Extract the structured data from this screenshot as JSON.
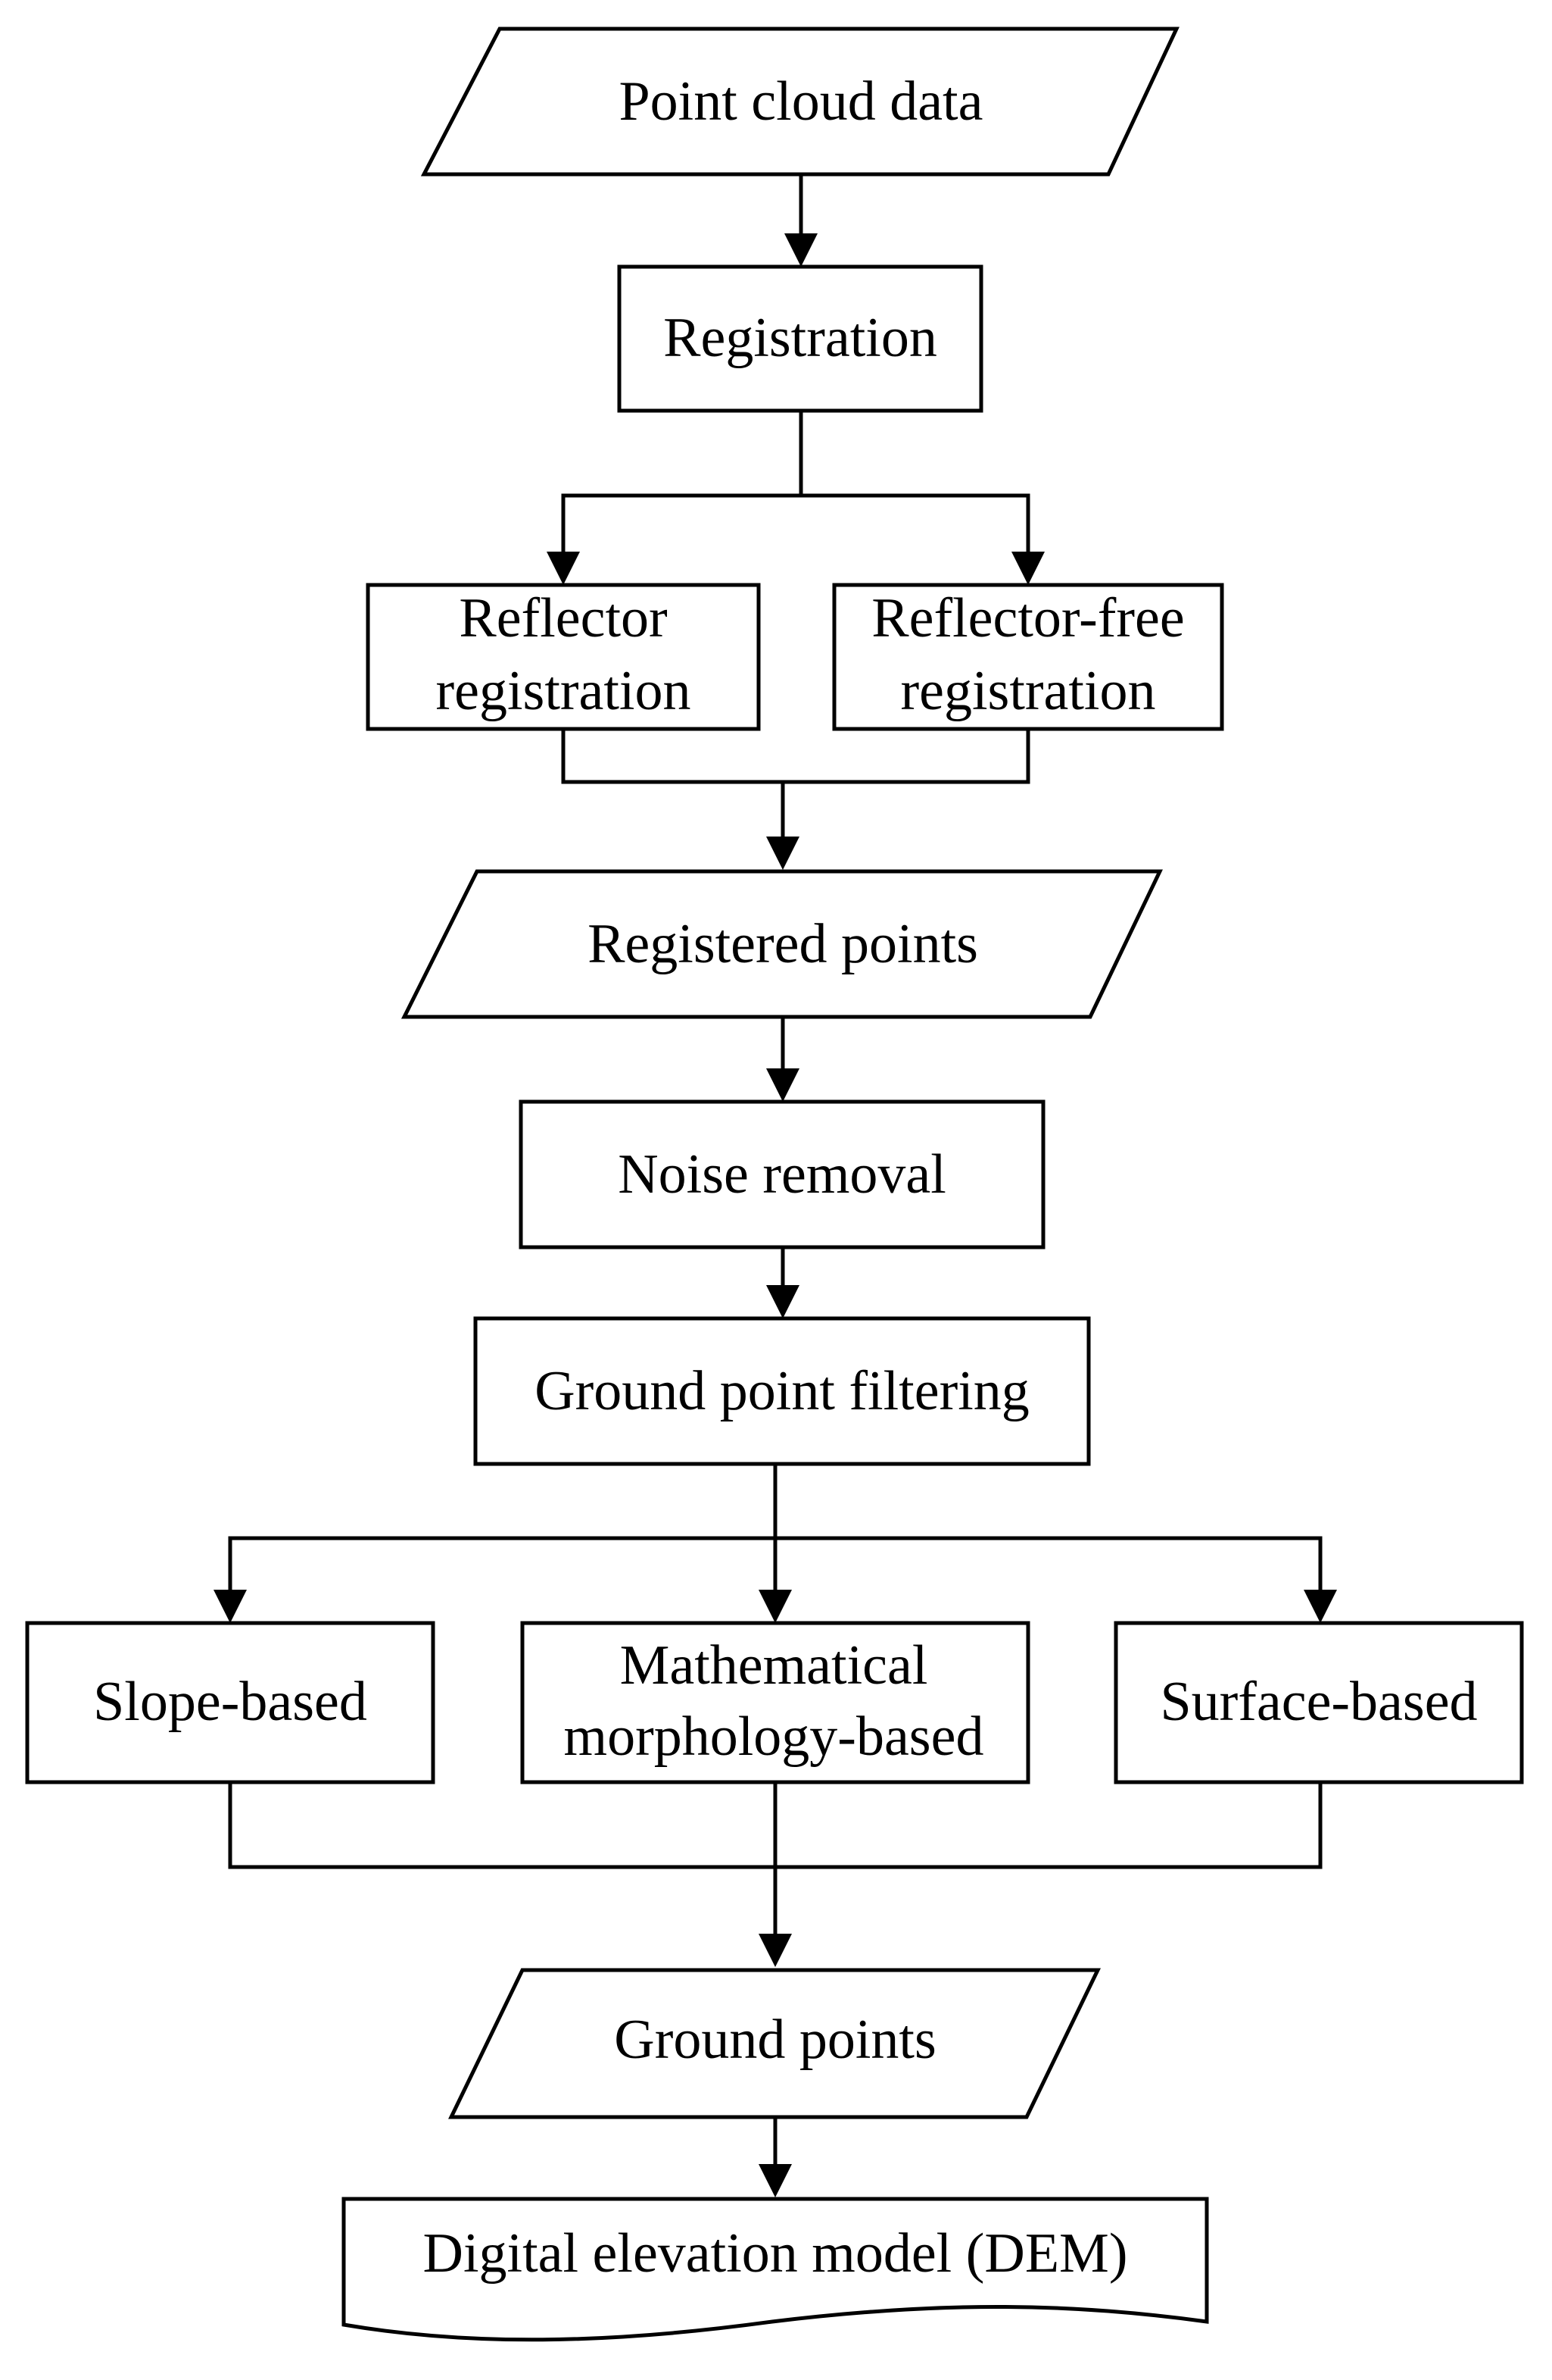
{
  "nodes": {
    "point_cloud": {
      "shape": "data",
      "lines": [
        "Point cloud data"
      ]
    },
    "registration": {
      "shape": "process",
      "lines": [
        "Registration"
      ]
    },
    "reflector_reg": {
      "shape": "process",
      "lines": [
        "Reflector",
        "registration"
      ]
    },
    "reflector_free": {
      "shape": "process",
      "lines": [
        "Reflector-free",
        "registration"
      ]
    },
    "registered_points": {
      "shape": "data",
      "lines": [
        "Registered points"
      ]
    },
    "noise_removal": {
      "shape": "process",
      "lines": [
        "Noise removal"
      ]
    },
    "ground_filter": {
      "shape": "process",
      "lines": [
        "Ground point filtering"
      ]
    },
    "slope_based": {
      "shape": "process",
      "lines": [
        "Slope-based"
      ]
    },
    "math_morph": {
      "shape": "process",
      "lines": [
        "Mathematical",
        "morphology-based"
      ]
    },
    "surface_based": {
      "shape": "process",
      "lines": [
        "Surface-based"
      ]
    },
    "ground_points": {
      "shape": "data",
      "lines": [
        "Ground points"
      ]
    },
    "dem": {
      "shape": "document",
      "lines": [
        "Digital elevation model (DEM)"
      ]
    }
  },
  "edges": [
    {
      "from": "point_cloud",
      "to": "registration"
    },
    {
      "from": "registration",
      "to": "reflector_reg"
    },
    {
      "from": "registration",
      "to": "reflector_free"
    },
    {
      "from": "reflector_reg",
      "to": "registered_points"
    },
    {
      "from": "reflector_free",
      "to": "registered_points"
    },
    {
      "from": "registered_points",
      "to": "noise_removal"
    },
    {
      "from": "noise_removal",
      "to": "ground_filter"
    },
    {
      "from": "ground_filter",
      "to": "slope_based"
    },
    {
      "from": "ground_filter",
      "to": "math_morph"
    },
    {
      "from": "ground_filter",
      "to": "surface_based"
    },
    {
      "from": "slope_based",
      "to": "ground_points"
    },
    {
      "from": "math_morph",
      "to": "ground_points"
    },
    {
      "from": "surface_based",
      "to": "ground_points"
    },
    {
      "from": "ground_points",
      "to": "dem"
    }
  ]
}
